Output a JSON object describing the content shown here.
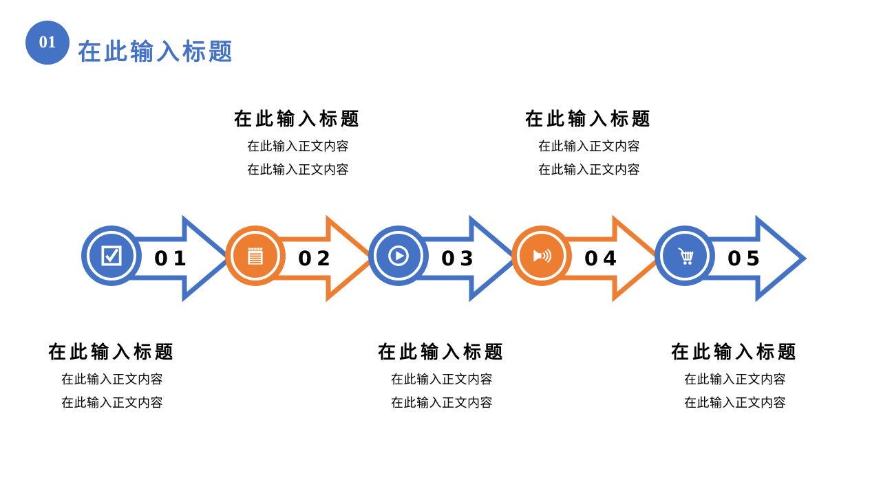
{
  "header": {
    "badge_number": "01",
    "title": "在此输入标题"
  },
  "colors": {
    "accent_blue": "#4472C4",
    "accent_orange": "#ED7D31",
    "step_number_text": "#000000",
    "body_text": "#000000",
    "background": "#FFFFFF"
  },
  "steps": [
    {
      "number": "01",
      "color": "blue",
      "icon": "checkbox-icon"
    },
    {
      "number": "02",
      "color": "orange",
      "icon": "notepad-icon"
    },
    {
      "number": "03",
      "color": "blue",
      "icon": "play-icon"
    },
    {
      "number": "04",
      "color": "orange",
      "icon": "speaker-icon"
    },
    {
      "number": "05",
      "color": "blue",
      "icon": "cart-icon"
    }
  ],
  "blocks": [
    {
      "placement": "top",
      "title": "在此输入标题",
      "lines": [
        "在此输入正文内容",
        "在此输入正文内容"
      ]
    },
    {
      "placement": "top",
      "title": "在此输入标题",
      "lines": [
        "在此输入正文内容",
        "在此输入正文内容"
      ]
    },
    {
      "placement": "bottom",
      "title": "在此输入标题",
      "lines": [
        "在此输入正文内容",
        "在此输入正文内容"
      ]
    },
    {
      "placement": "bottom",
      "title": "在此输入标题",
      "lines": [
        "在此输入正文内容",
        "在此输入正文内容"
      ]
    },
    {
      "placement": "bottom",
      "title": "在此输入标题",
      "lines": [
        "在此输入正文内容",
        "在此输入正文内容"
      ]
    }
  ]
}
